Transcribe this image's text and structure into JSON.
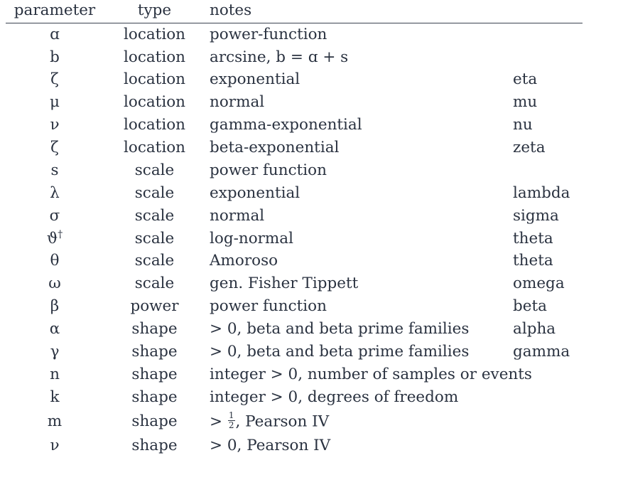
{
  "table": {
    "columns": [
      {
        "key": "parameter",
        "label": "parameter"
      },
      {
        "key": "type",
        "label": "type"
      },
      {
        "key": "notes",
        "label": "notes"
      },
      {
        "key": "name",
        "label": ""
      }
    ],
    "rows": [
      {
        "parameter": "ɑ",
        "type": "location",
        "notes": "power-function",
        "name": ""
      },
      {
        "parameter": "b",
        "type": "location",
        "notes": "arcsine, b = ɑ + s",
        "name": ""
      },
      {
        "parameter": "ζ",
        "type": "location",
        "notes": "exponential",
        "name": "eta"
      },
      {
        "parameter": "μ",
        "type": "location",
        "notes": "normal",
        "name": "mu"
      },
      {
        "parameter": "ν",
        "type": "location",
        "notes": "gamma-exponential",
        "name": "nu"
      },
      {
        "parameter": "ζ",
        "type": "location",
        "notes": "beta-exponential",
        "name": "zeta"
      },
      {
        "parameter": "s",
        "type": "scale",
        "notes": "power function",
        "name": ""
      },
      {
        "parameter": "λ",
        "type": "scale",
        "notes": "exponential",
        "name": "lambda"
      },
      {
        "parameter": "σ",
        "type": "scale",
        "notes": "normal",
        "name": "sigma"
      },
      {
        "parameter": "ϑ†",
        "type": "scale",
        "notes": "log-normal",
        "name": "theta"
      },
      {
        "parameter": "θ",
        "type": "scale",
        "notes": "Amoroso",
        "name": "theta"
      },
      {
        "parameter": "ω",
        "type": "scale",
        "notes": "gen. Fisher Tippett",
        "name": "omega"
      },
      {
        "parameter": "β",
        "type": "power",
        "notes": "power function",
        "name": "beta"
      },
      {
        "parameter": "α",
        "type": "shape",
        "notes": "> 0, beta and beta prime families",
        "name": "alpha"
      },
      {
        "parameter": "γ",
        "type": "shape",
        "notes": "> 0, beta and beta prime families",
        "name": "gamma"
      },
      {
        "parameter": "n",
        "type": "shape",
        "notes": "integer > 0, number of samples or events",
        "name": ""
      },
      {
        "parameter": "k",
        "type": "shape",
        "notes": "integer > 0, degrees of freedom",
        "name": ""
      },
      {
        "parameter": "m",
        "type": "shape",
        "notes": "> ½, Pearson IV",
        "name": "",
        "notes_parts": {
          "prefix": "> ",
          "fraction": {
            "numerator": "1",
            "denominator": "2"
          },
          "suffix": ", Pearson IV"
        }
      },
      {
        "parameter": "ν",
        "type": "shape",
        "notes": "> 0, Pearson IV",
        "name": ""
      }
    ]
  },
  "style": {
    "text_color": "#2a3240",
    "rule_color": "#3b4350",
    "background": "#ffffff"
  }
}
